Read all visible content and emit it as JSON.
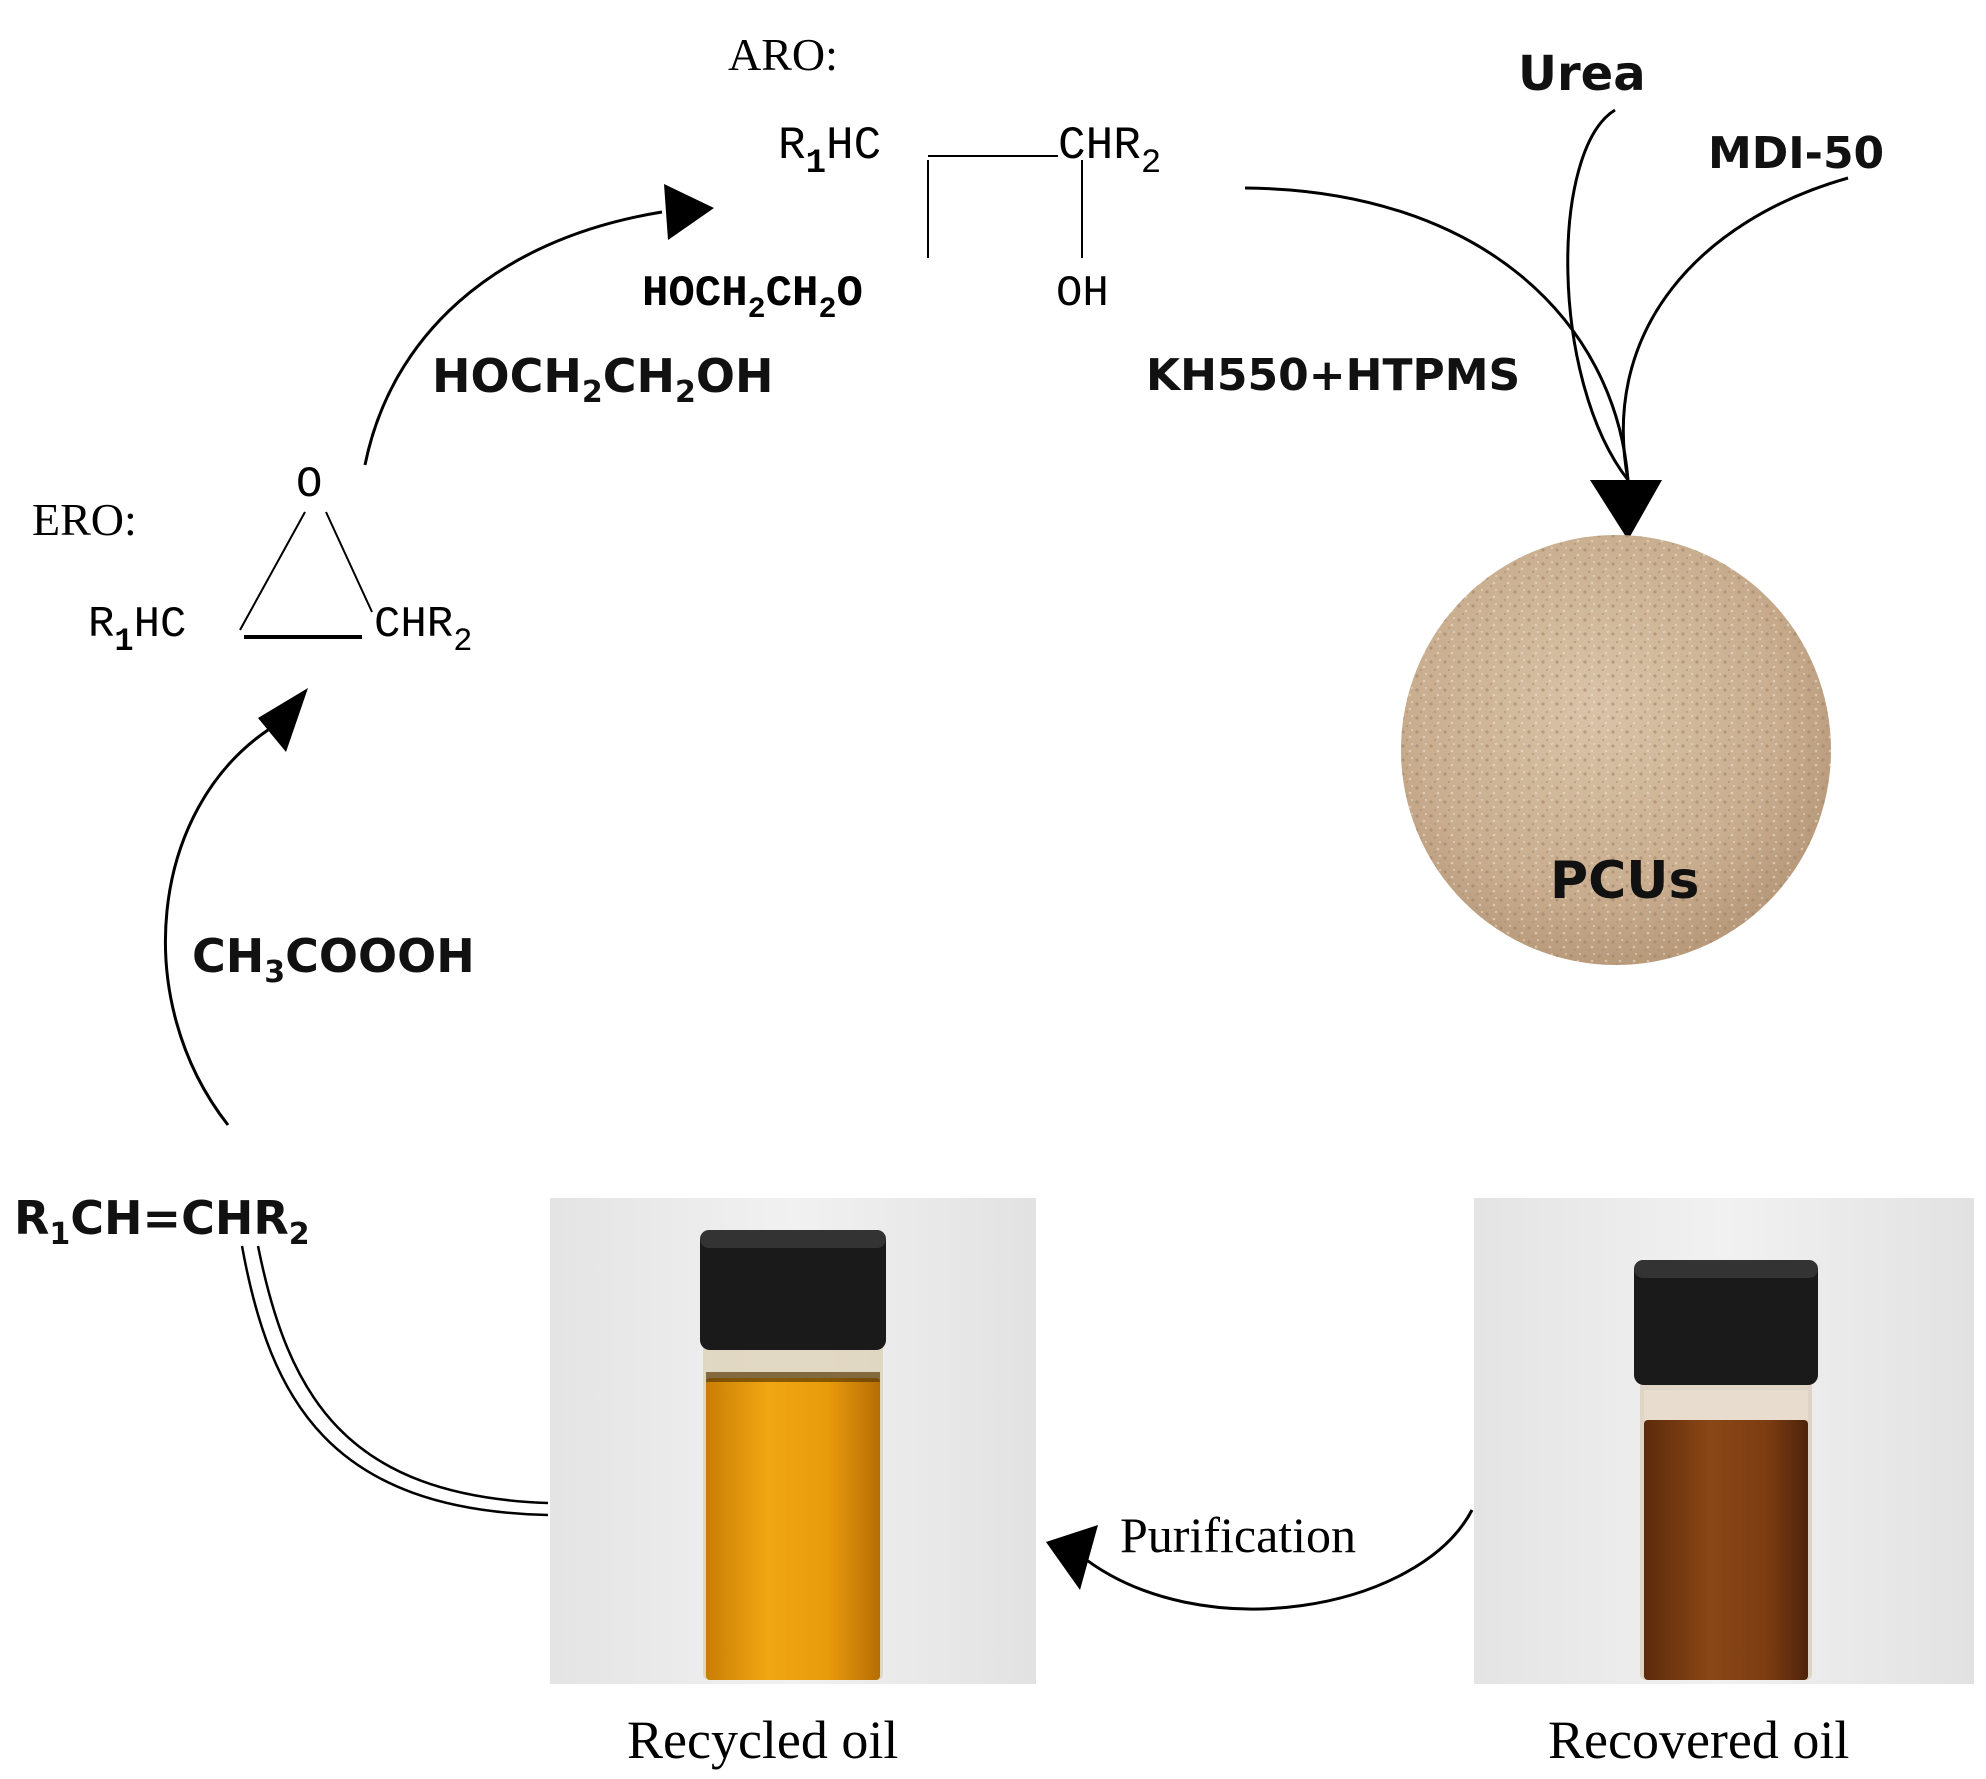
{
  "ero": {
    "label": "ERO:",
    "oxygen": "O",
    "left_group": {
      "r": "R",
      "sub": "1",
      "rest": "HC"
    },
    "right_group": {
      "base": "CHR",
      "sub": "2"
    }
  },
  "aro": {
    "label": "ARO:",
    "left_group": {
      "r": "R",
      "sub": "1",
      "rest": "HC"
    },
    "right_group": {
      "base": "CHR",
      "sub": "2"
    },
    "ether": {
      "a": "HOCH",
      "sub1": "2",
      "b": "CH",
      "sub2": "2",
      "c": "O"
    },
    "hydroxyl": "OH"
  },
  "reagents": {
    "ethylene_glycol": {
      "a": "HOCH",
      "sub1": "2",
      "b": "CH",
      "sub2": "2",
      "c": "OH"
    },
    "peracetic_acid": {
      "a": "CH",
      "sub": "3",
      "b": "COOOH"
    },
    "urea": "Urea",
    "mdi": "MDI-50",
    "kh550": "KH550+HTPMS",
    "purification": "Purification"
  },
  "products": {
    "pcus": "PCUs",
    "recycled_oil": "Recycled oil",
    "recovered_oil": "Recovered oil"
  },
  "alkene": {
    "a": "R",
    "sub1": "1",
    "b": "CH=CHR",
    "sub2": "2"
  },
  "colors": {
    "pcu_base": "#cdb397",
    "recycled_oil": "#e39a0a",
    "recovered_oil": "#7a3c12",
    "cap": "#1a1a1a"
  }
}
